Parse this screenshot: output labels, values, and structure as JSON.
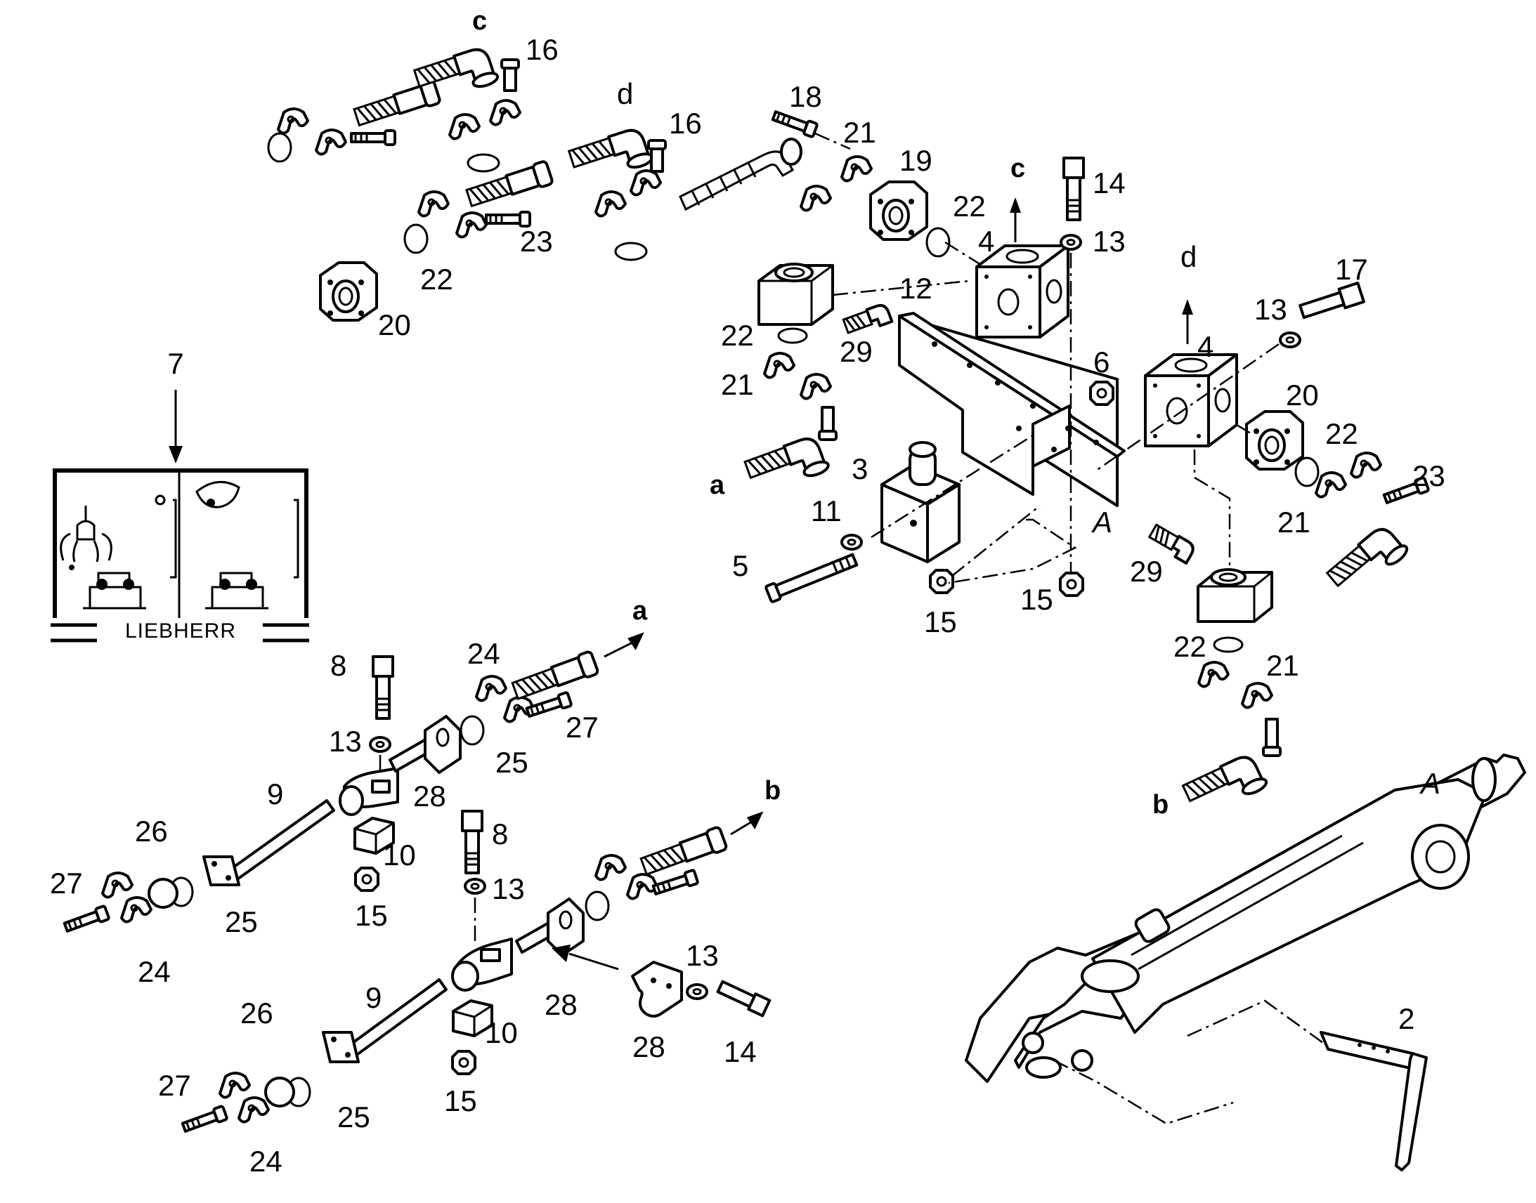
{
  "labels": {
    "n2": "2",
    "n3": "3",
    "n4": "4",
    "n5": "5",
    "n6": "6",
    "n7": "7",
    "n8": "8",
    "n9": "9",
    "n10": "10",
    "n11": "11",
    "n12": "12",
    "n13": "13",
    "n14": "14",
    "n15": "15",
    "n16": "16",
    "n17": "17",
    "n18": "18",
    "n19": "19",
    "n20": "20",
    "n21": "21",
    "n22": "22",
    "n23": "23",
    "n24": "24",
    "n25": "25",
    "n26": "26",
    "n27": "27",
    "n28": "28",
    "n29": "29"
  },
  "connection_letters": {
    "a": "a",
    "b": "b",
    "c": "c",
    "d": "d"
  },
  "boom_mark": "A",
  "inset": {
    "brand": "LIEBHERR"
  },
  "icons": [
    "grapple-icon",
    "clamshell-bucket-icon",
    "cabin-controls-icon"
  ]
}
